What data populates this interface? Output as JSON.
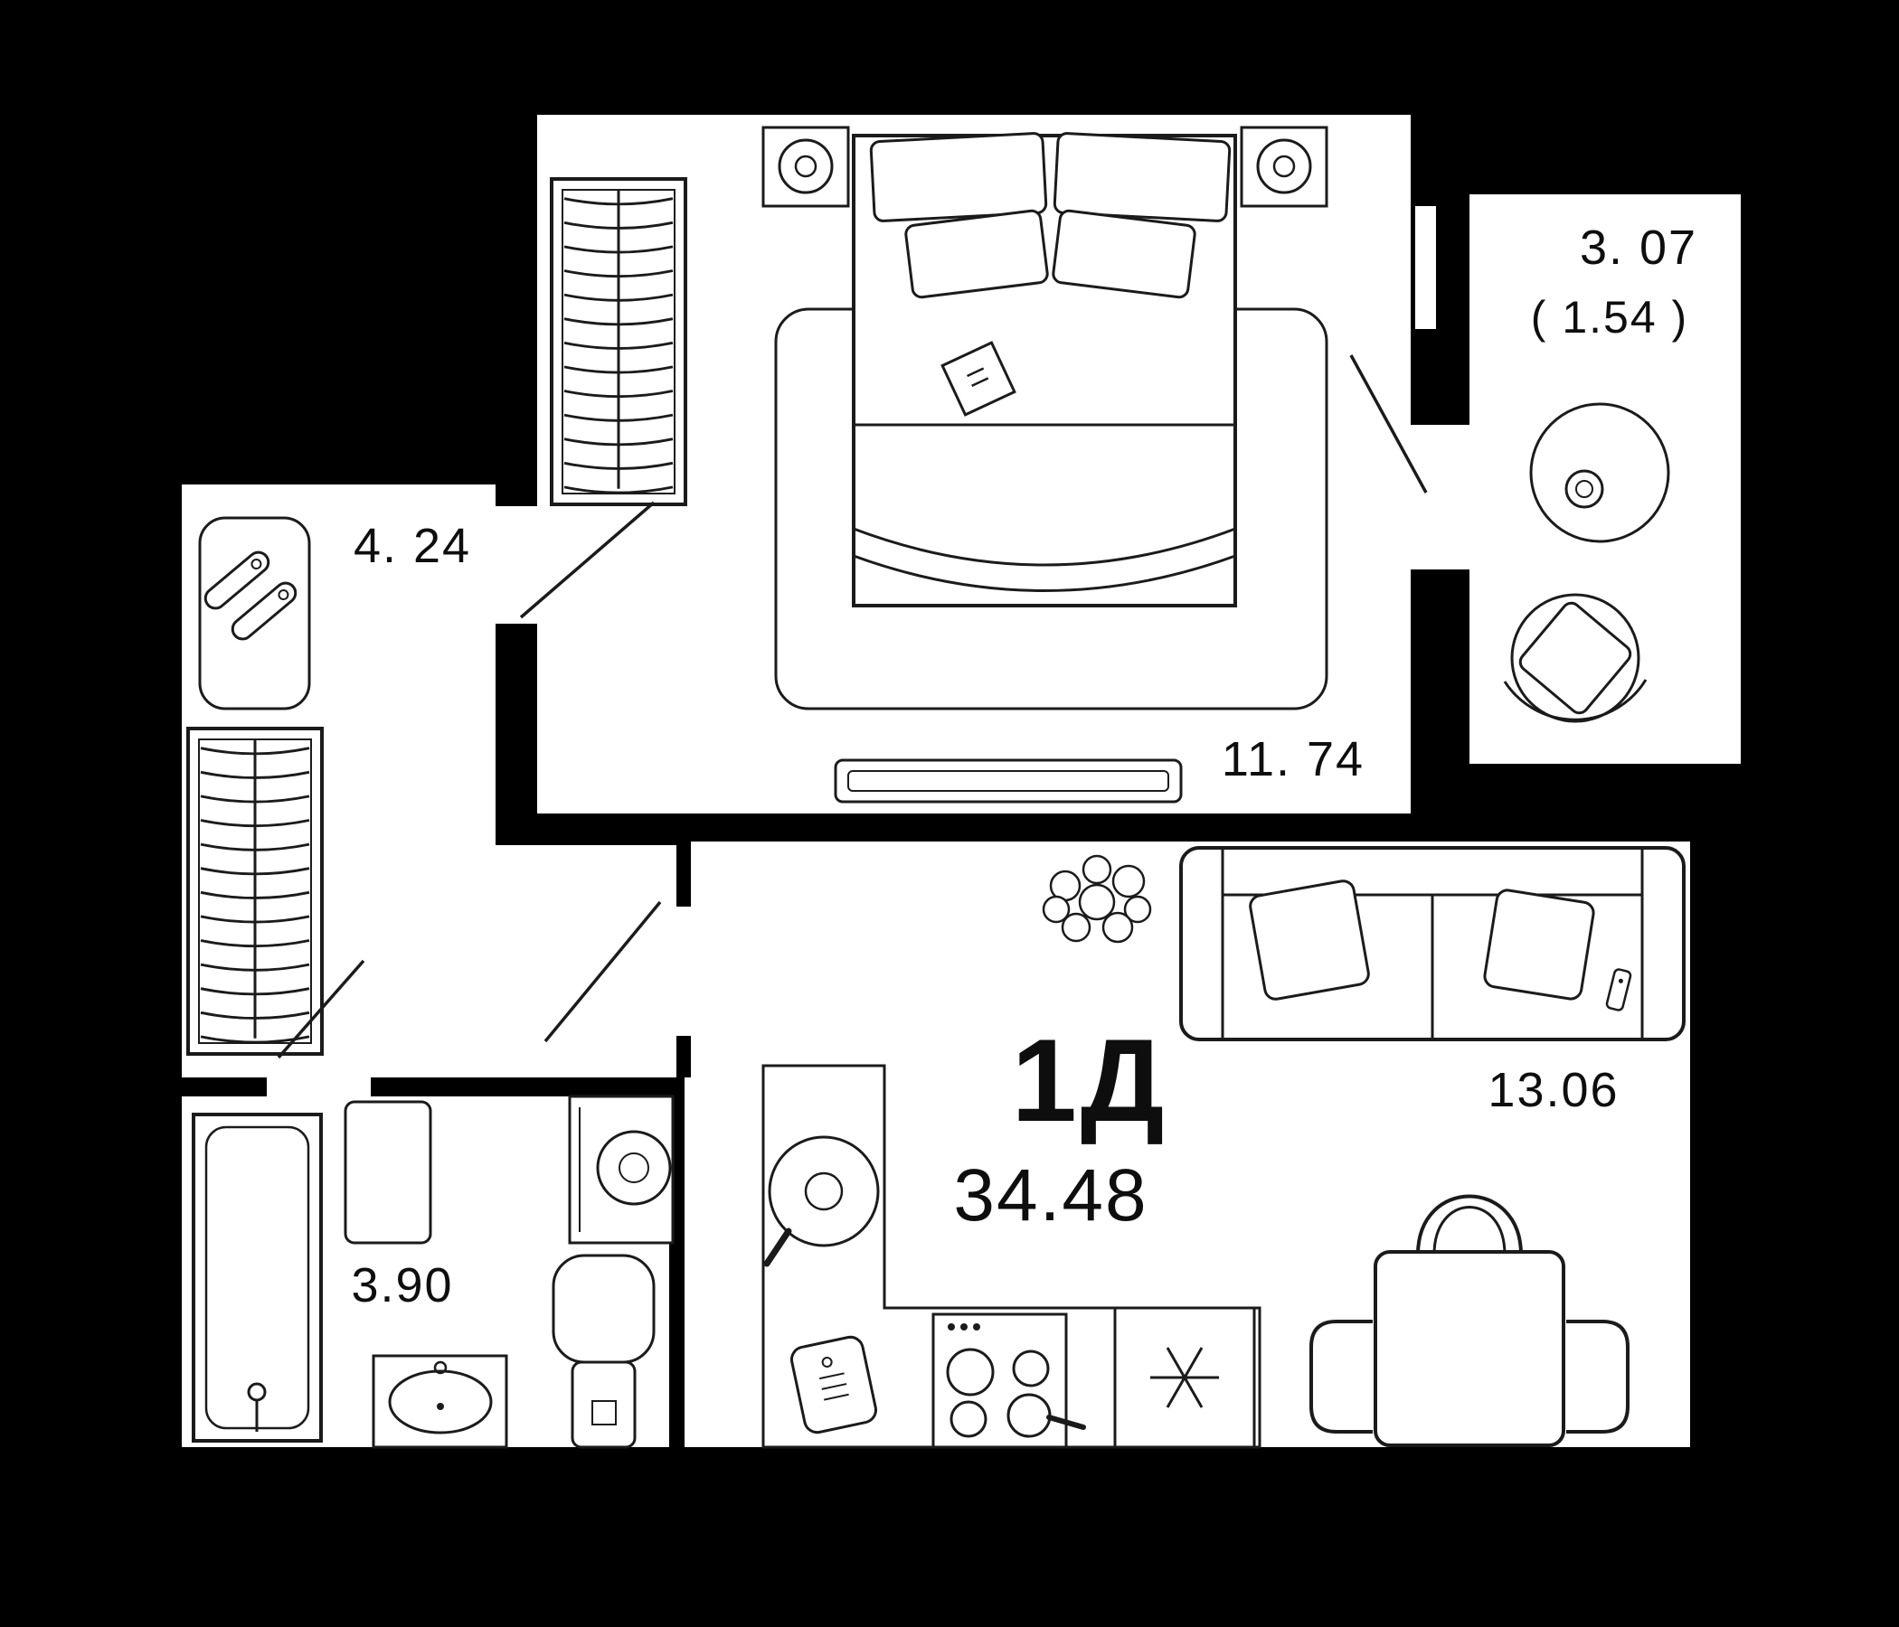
{
  "theme": {
    "background": "#000000",
    "floor": "#ffffff",
    "line": "#1b1b1b",
    "text": "#0e0e0e"
  },
  "plan": {
    "unit_type_label": "1Д",
    "total_area_label": "34.48",
    "labels": {
      "hallway_area": "4. 24",
      "bedroom_area": "11. 74",
      "balcony_area": "3. 07",
      "balcony_area_reduced": "( 1.54 )",
      "living_kitchen_area": "13.06",
      "bathroom_area": "3.90"
    }
  }
}
